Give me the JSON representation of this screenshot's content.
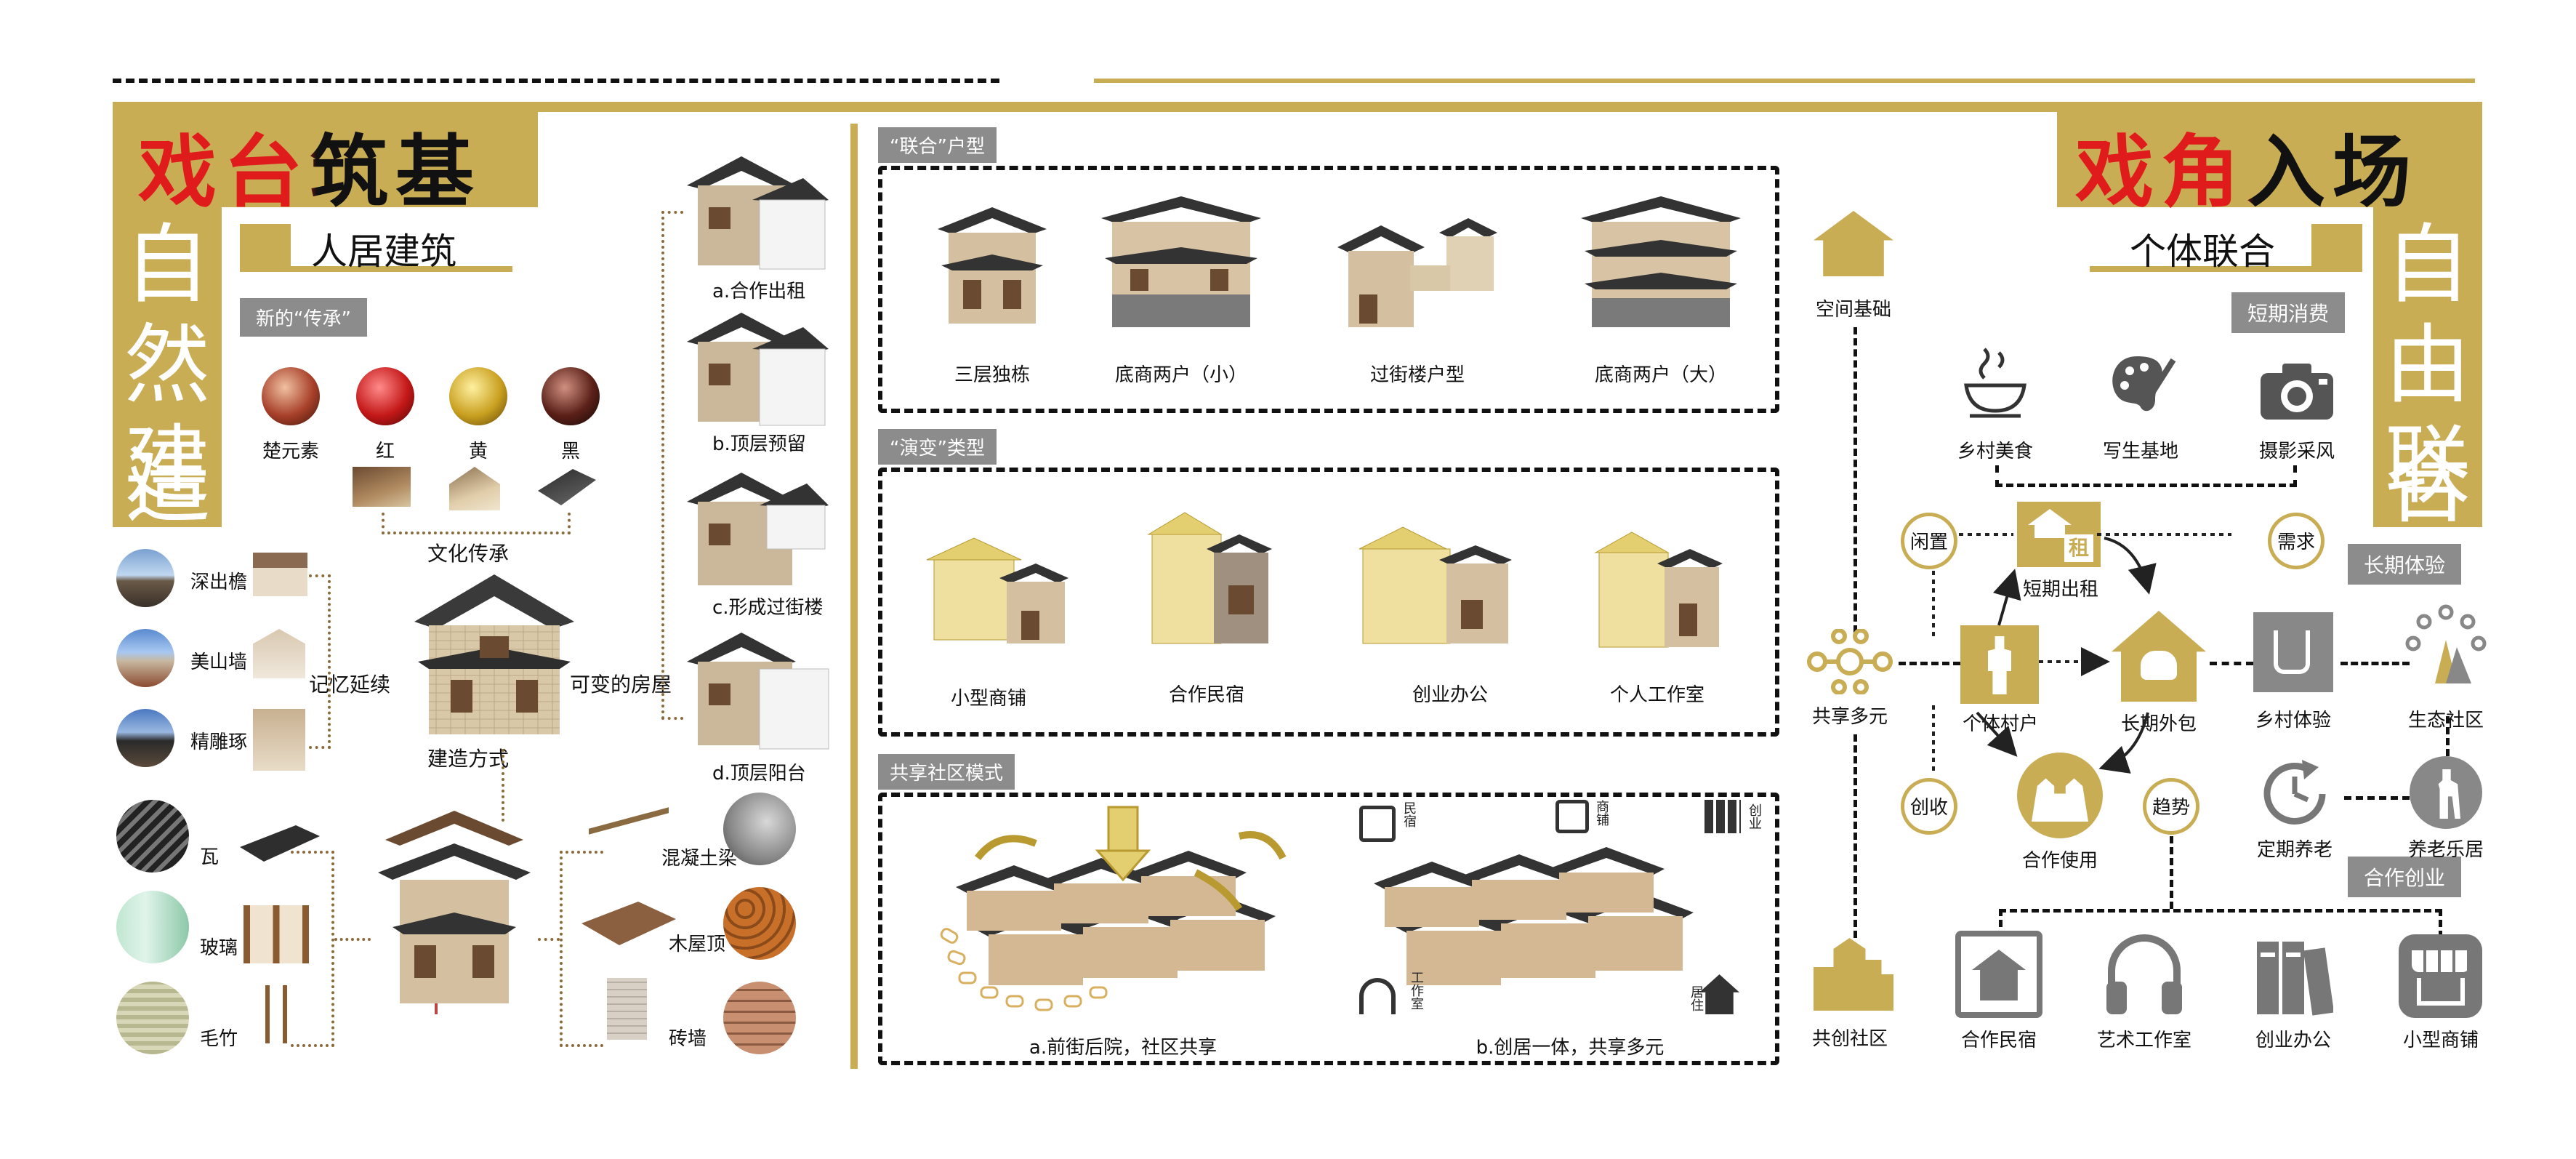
{
  "left": {
    "title": "戏台筑基",
    "vertical": [
      "自",
      "然",
      "建",
      "造"
    ],
    "section": "人居建筑",
    "tag_new": "新的“传承”",
    "colors": [
      {
        "label": "楚元素"
      },
      {
        "label": "红"
      },
      {
        "label": "黄"
      },
      {
        "label": "黑"
      }
    ],
    "culture": "文化传承",
    "memory_items": [
      "深出檐",
      "美山墙",
      "精雕琢"
    ],
    "memory": "记忆延续",
    "variable": "可变的房屋",
    "build": "建造方式",
    "materials_left": [
      "瓦",
      "玻璃",
      "毛竹"
    ],
    "materials_right": [
      "混凝土梁",
      "木屋顶",
      "砖墙"
    ],
    "variants": [
      "a.合作出租",
      "b.顶层预留",
      "c.形成过街楼",
      "d.顶层阳台"
    ]
  },
  "middle": {
    "tag1": "“联合”户型",
    "houses1": [
      "三层独栋",
      "底商两户（小）",
      "过街楼户型",
      "底商两户（大）"
    ],
    "tag2": "“演变”类型",
    "houses2": [
      "小型商铺",
      "合作民宿",
      "创业办公",
      "个人工作室"
    ],
    "tag3": "共享社区模式",
    "cap_a": "a.前街后院，社区共享",
    "cap_b": "b.创居一体，共享多元",
    "icon_labels": [
      "民宿",
      "商铺",
      "创业",
      "工作室",
      "居住"
    ]
  },
  "right": {
    "title": "戏角入场",
    "vertical": [
      "自",
      "由",
      "联",
      "合"
    ],
    "section": "个体联合",
    "axis_top": "空间基础",
    "axis_mid": "共享多元",
    "axis_bottom": "共创社区",
    "short_tag": "短期消费",
    "short_items": [
      "乡村美食",
      "写生基地",
      "摄影采风"
    ],
    "long_tag": "长期体验",
    "coop_tag": "合作创业",
    "idle": "闲置",
    "need": "需求",
    "harvest": "创收",
    "trend": "趋势",
    "rent": "短期出租",
    "rent_glyph": "租",
    "villager": "个体村户",
    "outsource": "长期外包",
    "coop": "合作使用",
    "village_exp": "乡村体验",
    "eco": "生态社区",
    "regular": "定期养老",
    "elderly": "养老乐居",
    "bottom_items": [
      "合作民宿",
      "艺术工作室",
      "创业办公",
      "小型商铺"
    ]
  },
  "colors": {
    "gold": "#c9ad55",
    "red_title": "#e01b1b",
    "grey_tag": "#8c8c8c",
    "brown_dotted": "#8a6b3c"
  }
}
